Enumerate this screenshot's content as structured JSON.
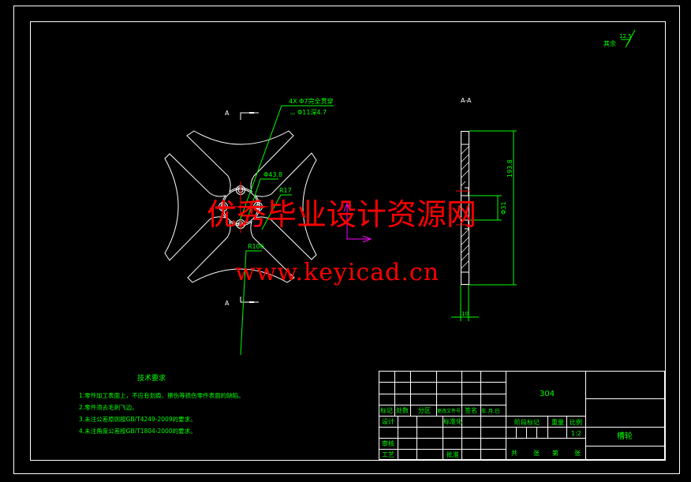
{
  "colors": {
    "background": "#000000",
    "lines": "#ffffff",
    "annotation": "#00ff00",
    "centerline": "#ff0000",
    "watermark": "#ff0000",
    "ucs": "#ff00ff"
  },
  "surface_finish": {
    "label": "其余",
    "value": "12.5"
  },
  "front_view": {
    "section_mark_top": "A",
    "section_mark_bottom": "A",
    "hole_note_1": "4X Φ7完全贯穿",
    "hole_note_2": "⌴ Φ11深4.7",
    "dia_hub": "Φ43.8",
    "radius_small": "R17",
    "radius_large": "R106"
  },
  "section_view": {
    "title": "A-A",
    "dim_bore": "Φ31",
    "dim_height": "193.8",
    "dim_thickness": "10"
  },
  "watermark": {
    "line1": "优秀毕业设计资源网",
    "line2": "www.keyicad.cn"
  },
  "tech_requirements": {
    "title": "技术要求",
    "items": [
      "1.零件加工表面上，不应有划痕、擦伤等损伤零件表面的缺陷。",
      "2.零件须去毛刺飞边。",
      "3.未注公差原则按GB/T4249-2009的要求。",
      "4.未注角度公差按GB/T1804-2000的要求。"
    ]
  },
  "title_block": {
    "material": "304",
    "part_name": "槽轮",
    "scale": "1:2",
    "headers": [
      "标记",
      "处数",
      "分区",
      "更改文件号",
      "签名",
      "年.月.日"
    ],
    "design": "设计",
    "standardization": "标准化",
    "review": "审核",
    "process": "工艺",
    "approve": "批准",
    "stage_mark": "阶段标记",
    "weight": "重量",
    "scale_label": "比例",
    "sheets": [
      "共",
      "张",
      "第",
      "张"
    ]
  }
}
